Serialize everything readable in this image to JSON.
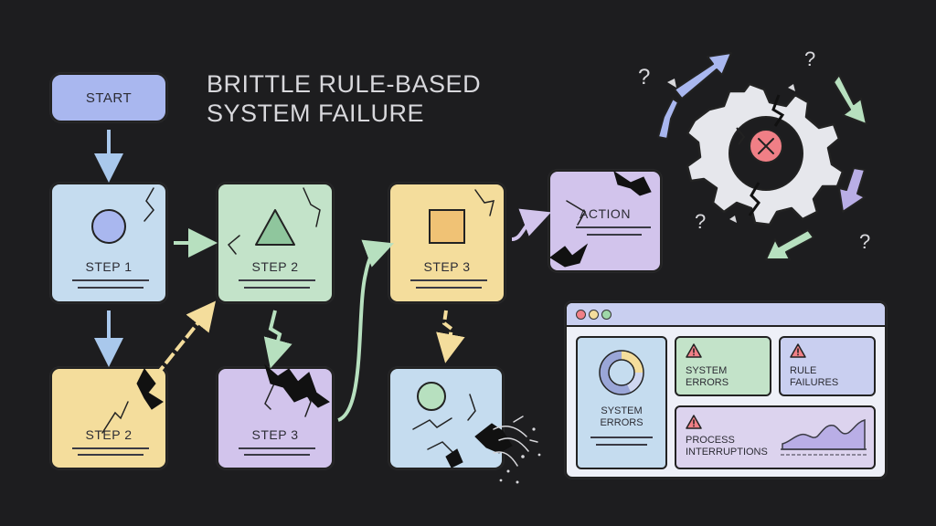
{
  "title": {
    "line1": "BRITTLE RULE-BASED",
    "line2": "SYSTEM FAILURE"
  },
  "start": {
    "label": "START"
  },
  "top_row": [
    {
      "label": "STEP 1",
      "shape": "circle-shape"
    },
    {
      "label": "STEP 2",
      "shape": "triangle-shape"
    },
    {
      "label": "STEP 3",
      "shape": "square-shape"
    },
    {
      "label": "ACTION"
    }
  ],
  "bottom_row": [
    {
      "label": "STEP 2"
    },
    {
      "label": "STEP 3"
    },
    {
      "label": ""
    }
  ],
  "dashboard": {
    "card_donut": {
      "line1": "SYSTEM",
      "line2": "ERRORS"
    },
    "card_system": {
      "line1": "SYSTEM",
      "line2": "ERRORS"
    },
    "card_rule": {
      "line1": "RULE",
      "line2": "FAILURES"
    },
    "card_process": {
      "line1": "PROCESS",
      "line2": "INTERRUPTIONS"
    }
  },
  "gear": {
    "icon": "x-icon",
    "question_marks": [
      "?",
      "?",
      "?",
      "?"
    ]
  },
  "colors": {
    "start": "#a9b7ef",
    "blue": "#c5dcef",
    "green": "#c3e3c9",
    "yellow": "#f4dd9c",
    "purple": "#d2c4ec",
    "red": "#f07f86"
  }
}
